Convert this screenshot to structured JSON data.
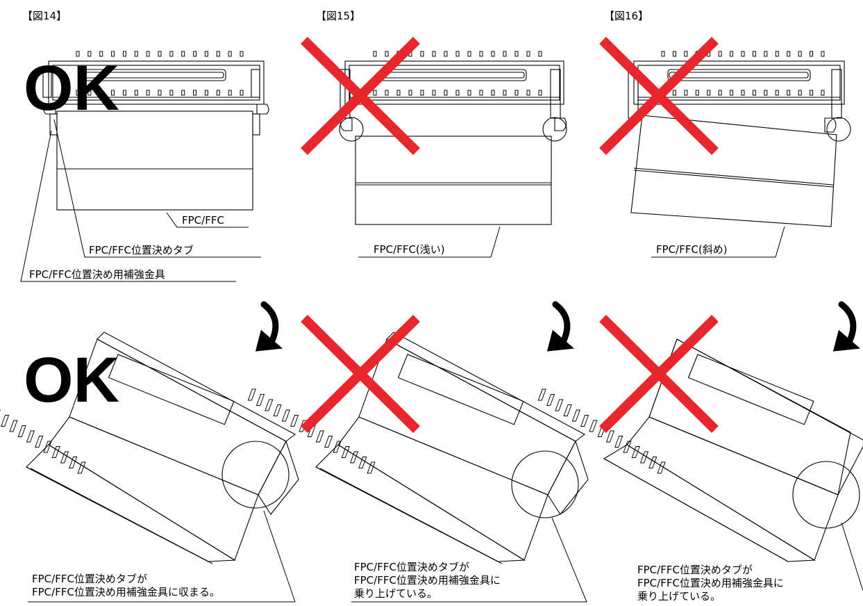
{
  "colors": {
    "ok": "#33b5e8",
    "ng": "#e8262e",
    "line": "#000000"
  },
  "figures": [
    {
      "title": "【図14】",
      "status": "OK",
      "top_labels": [
        "FPC/FFC",
        "FPC/FFC位置決めタブ",
        "FPC/FFC位置決め用補強金具"
      ],
      "bottom_lines": [
        "FPC/FFC位置決めタブが",
        "FPC/FFC位置決め用補強金具に収まる。"
      ]
    },
    {
      "title": "【図15】",
      "status": "NG",
      "top_labels": [
        "FPC/FFC(浅い)"
      ],
      "bottom_lines": [
        "FPC/FFC位置決めタブが",
        "FPC/FFC位置決め用補強金具に",
        "乗り上げている。"
      ]
    },
    {
      "title": "【図16】",
      "status": "NG",
      "top_labels": [
        "FPC/FFC(斜め)"
      ],
      "bottom_lines": [
        "FPC/FFC位置決めタブが",
        "FPC/FFC位置決め用補強金具に",
        "乗り上げている。"
      ]
    }
  ],
  "icons": [
    "curved-arrow-icon",
    "cross-mark-icon",
    "detail-circle-icon"
  ]
}
